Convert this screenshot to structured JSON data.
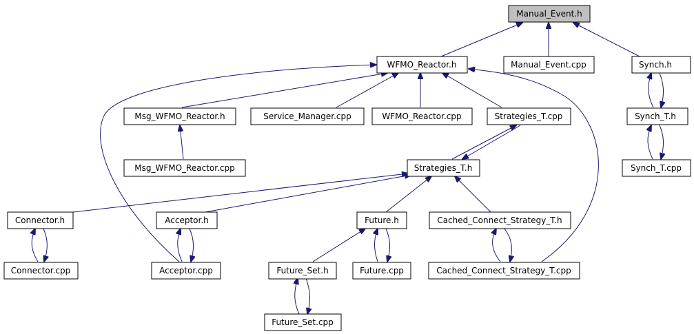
{
  "colors": {
    "root_fill": "#bfbfbf",
    "node_fill": "#ffffff",
    "node_border": "#000000",
    "edge": "#191970"
  },
  "nodes": {
    "manual_event_h": "Manual_Event.h",
    "wfmo_reactor_h": "WFMO_Reactor.h",
    "manual_event_cpp": "Manual_Event.cpp",
    "synch_h": "Synch.h",
    "msg_wfmo_reactor_h": "Msg_WFMO_Reactor.h",
    "service_manager_cpp": "Service_Manager.cpp",
    "wfmo_reactor_cpp": "WFMO_Reactor.cpp",
    "strategies_t_cpp": "Strategies_T.cpp",
    "synch_t_h": "Synch_T.h",
    "msg_wfmo_reactor_cpp": "Msg_WFMO_Reactor.cpp",
    "strategies_t_h": "Strategies_T.h",
    "synch_t_cpp": "Synch_T.cpp",
    "connector_h": "Connector.h",
    "acceptor_h": "Acceptor.h",
    "future_h": "Future.h",
    "cached_connect_strategy_t_h": "Cached_Connect_Strategy_T.h",
    "connector_cpp": "Connector.cpp",
    "acceptor_cpp": "Acceptor.cpp",
    "future_set_h": "Future_Set.h",
    "future_cpp": "Future.cpp",
    "cached_connect_strategy_t_cpp": "Cached_Connect_Strategy_T.cpp",
    "future_set_cpp": "Future_Set.cpp"
  }
}
